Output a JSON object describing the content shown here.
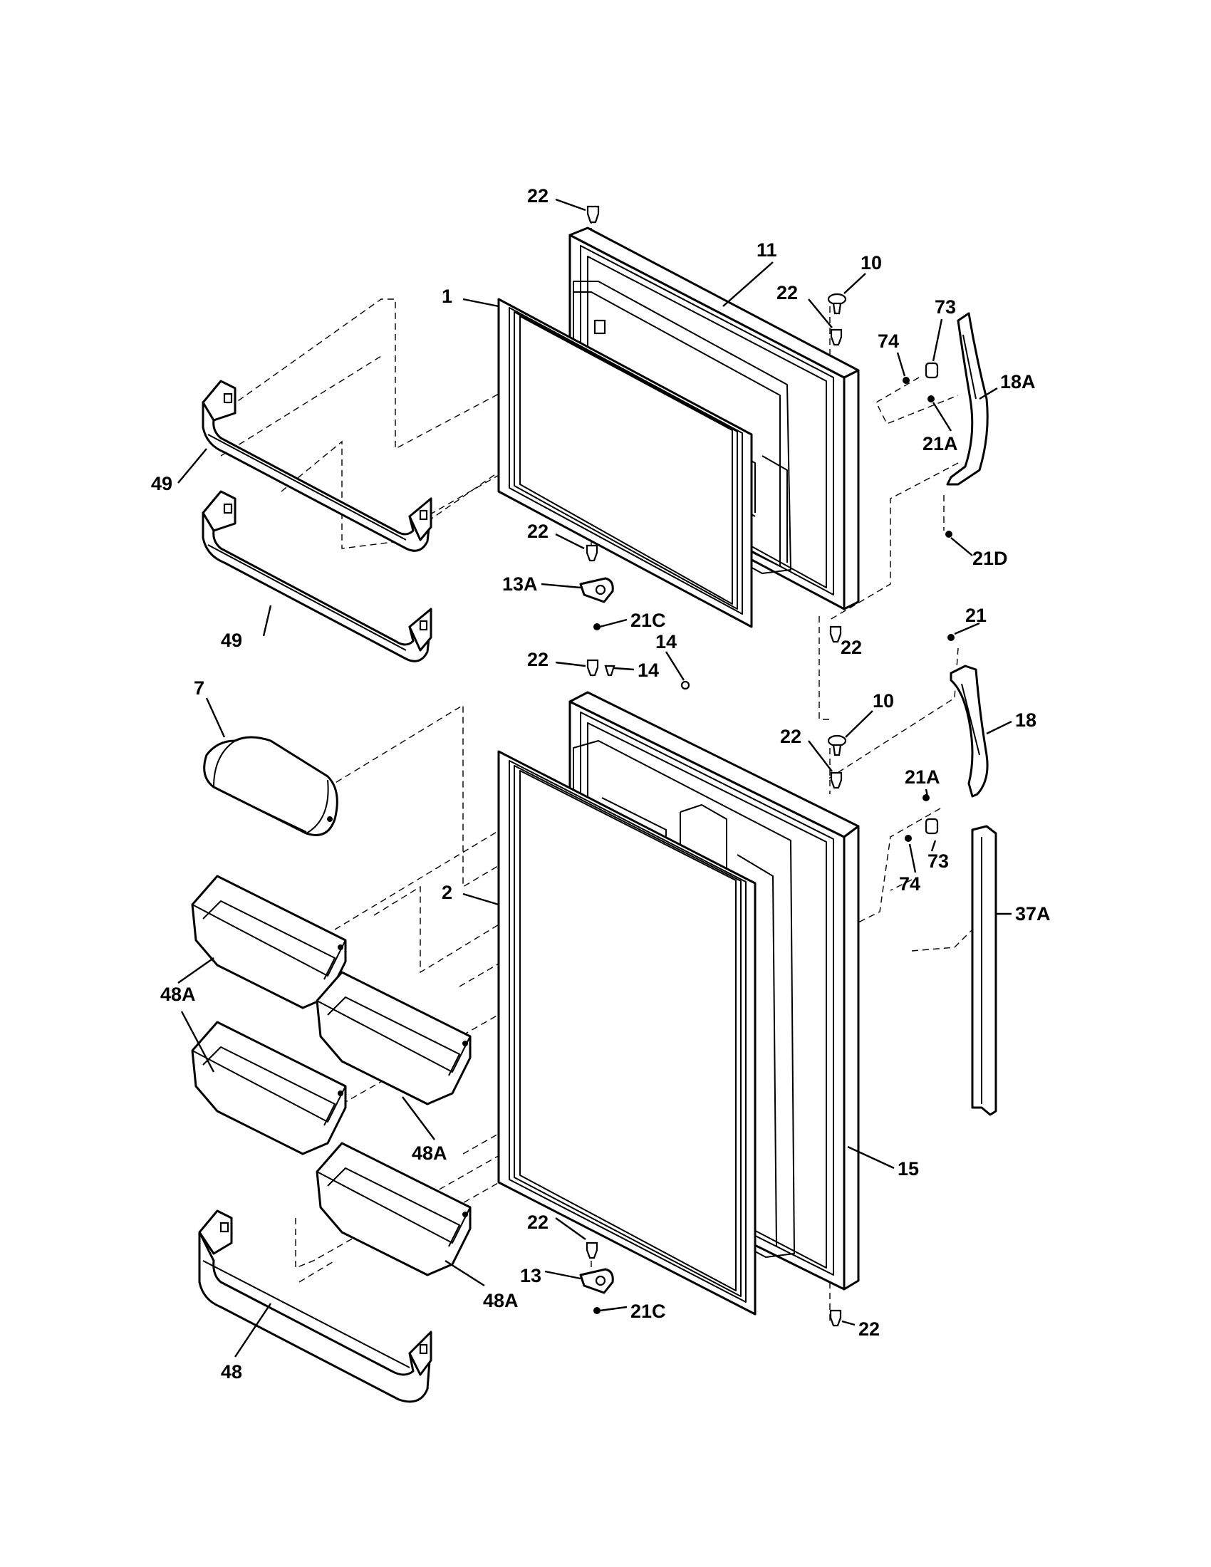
{
  "diagram": {
    "callouts": [
      {
        "id": "c-22-top",
        "text": "22"
      },
      {
        "id": "c-11",
        "text": "11"
      },
      {
        "id": "c-10-top",
        "text": "10"
      },
      {
        "id": "c-22-b",
        "text": "22"
      },
      {
        "id": "c-73-top",
        "text": "73"
      },
      {
        "id": "c-74-top",
        "text": "74"
      },
      {
        "id": "c-18a",
        "text": "18A"
      },
      {
        "id": "c-1",
        "text": "1"
      },
      {
        "id": "c-21a-top",
        "text": "21A"
      },
      {
        "id": "c-49-top",
        "text": "49"
      },
      {
        "id": "c-22-c",
        "text": "22"
      },
      {
        "id": "c-21d",
        "text": "21D"
      },
      {
        "id": "c-13a",
        "text": "13A"
      },
      {
        "id": "c-21c-top",
        "text": "21C"
      },
      {
        "id": "c-49-bottom",
        "text": "49"
      },
      {
        "id": "c-22-d",
        "text": "22"
      },
      {
        "id": "c-21",
        "text": "21"
      },
      {
        "id": "c-14-right",
        "text": "14"
      },
      {
        "id": "c-22-e",
        "text": "22"
      },
      {
        "id": "c-14-left",
        "text": "14"
      },
      {
        "id": "c-7",
        "text": "7"
      },
      {
        "id": "c-10-bottom",
        "text": "10"
      },
      {
        "id": "c-18",
        "text": "18"
      },
      {
        "id": "c-22-f",
        "text": "22"
      },
      {
        "id": "c-21a-bottom",
        "text": "21A"
      },
      {
        "id": "c-73-bottom",
        "text": "73"
      },
      {
        "id": "c-74-bottom",
        "text": "74"
      },
      {
        "id": "c-2",
        "text": "2"
      },
      {
        "id": "c-37a",
        "text": "37A"
      },
      {
        "id": "c-48a-a",
        "text": "48A"
      },
      {
        "id": "c-48a-b",
        "text": "48A"
      },
      {
        "id": "c-15",
        "text": "15"
      },
      {
        "id": "c-22-g",
        "text": "22"
      },
      {
        "id": "c-48a-c",
        "text": "48A"
      },
      {
        "id": "c-13",
        "text": "13"
      },
      {
        "id": "c-21c-bottom",
        "text": "21C"
      },
      {
        "id": "c-22-h",
        "text": "22"
      },
      {
        "id": "c-48",
        "text": "48"
      }
    ]
  }
}
